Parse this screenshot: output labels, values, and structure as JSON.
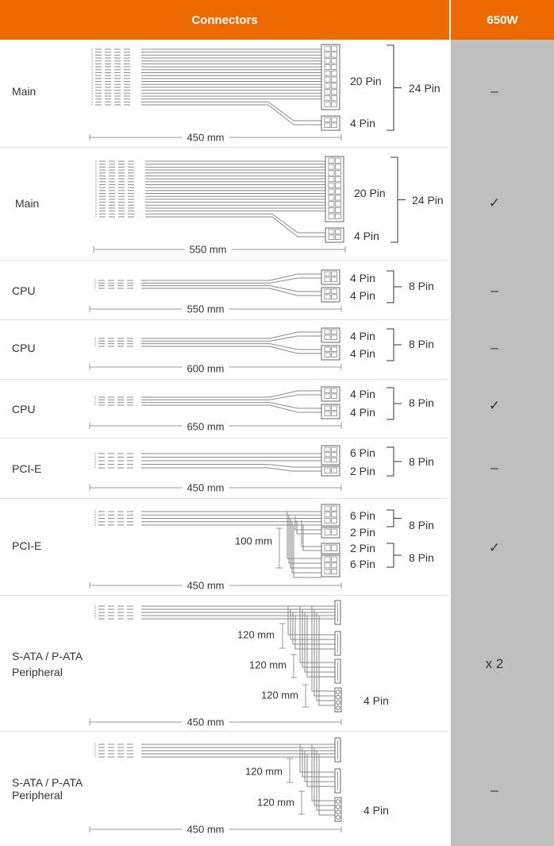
{
  "header": {
    "connectors": "Connectors",
    "model": "650W"
  },
  "rows": [
    {
      "label": "Main",
      "length": "450 mm",
      "pins": [
        "20 Pin",
        "4 Pin"
      ],
      "total": "24 Pin",
      "value": "–"
    },
    {
      "label": "Main",
      "length": "550 mm",
      "pins": [
        "20 Pin",
        "4 Pin"
      ],
      "total": "24 Pin",
      "value": "✓"
    },
    {
      "label": "CPU",
      "length": "550 mm",
      "pins": [
        "4 Pin",
        "4 Pin"
      ],
      "total": "8 Pin",
      "value": "–"
    },
    {
      "label": "CPU",
      "length": "600 mm",
      "pins": [
        "4 Pin",
        "4 Pin"
      ],
      "total": "8 Pin",
      "value": "–"
    },
    {
      "label": "CPU",
      "length": "650 mm",
      "pins": [
        "4 Pin",
        "4 Pin"
      ],
      "total": "8 Pin",
      "value": "✓"
    },
    {
      "label": "PCI-E",
      "length": "450 mm",
      "pins": [
        "6 Pin",
        "2 Pin"
      ],
      "total": "8 Pin",
      "value": "–"
    },
    {
      "label": "PCI-E",
      "length": "450 mm",
      "pins": [
        "6 Pin",
        "2 Pin",
        "2 Pin",
        "6 Pin"
      ],
      "totals": [
        "8 Pin",
        "8 Pin"
      ],
      "spacing": "100 mm",
      "value": "✓"
    },
    {
      "label_lines": [
        "S-ATA / P-ATA",
        "Peripheral"
      ],
      "length": "450 mm",
      "pins": [
        "4 Pin"
      ],
      "spacings": [
        "120 mm",
        "120 mm",
        "120 mm"
      ],
      "value": "x 2"
    },
    {
      "label_lines": [
        "S-ATA / P-ATA",
        "Peripheral"
      ],
      "length": "450 mm",
      "pins": [
        "4 Pin"
      ],
      "spacings": [
        "120 mm",
        "120 mm"
      ],
      "value": "–"
    }
  ]
}
